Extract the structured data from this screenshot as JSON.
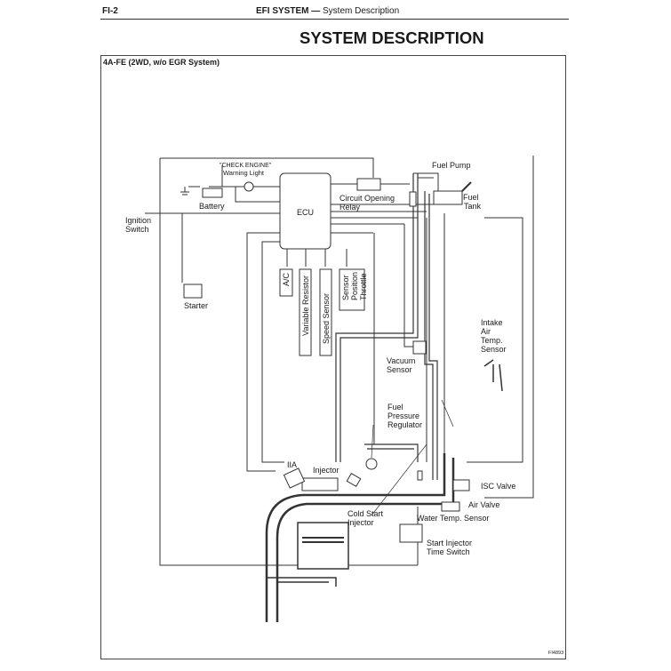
{
  "header": {
    "page_code": "FI-2",
    "section": "EFI SYSTEM",
    "dash": "—",
    "subsection": "System Description"
  },
  "title": "SYSTEM DESCRIPTION",
  "figure": {
    "caption": "4A-FE (2WD, w/o EGR System)",
    "figure_id": "FI4893",
    "labels": {
      "check_engine": "\"CHECK ENGINE\"",
      "warning_light": "Warning Light",
      "battery": "Battery",
      "ecu": "ECU",
      "ignition_switch_1": "Ignition",
      "ignition_switch_2": "Switch",
      "starter": "Starter",
      "circuit_opening_relay_1": "Circuit Opening",
      "circuit_opening_relay_2": "Relay",
      "fuel_pump": "Fuel Pump",
      "fuel_tank_1": "Fuel",
      "fuel_tank_2": "Tank",
      "ac": "A/C",
      "variable_resistor": "Variable Resistor",
      "speed_sensor": "Speed Sensor",
      "throttle_position_sensor_1": "Throttle",
      "throttle_position_sensor_2": "Position",
      "throttle_position_sensor_3": "Sensor",
      "intake_air_temp_1": "Intake",
      "intake_air_temp_2": "Air",
      "intake_air_temp_3": "Temp.",
      "intake_air_temp_4": "Sensor",
      "vacuum_sensor_1": "Vacuum",
      "vacuum_sensor_2": "Sensor",
      "fuel_pressure_regulator_1": "Fuel",
      "fuel_pressure_regulator_2": "Pressure",
      "fuel_pressure_regulator_3": "Regulator",
      "iia": "IIA",
      "injector": "Injector",
      "isc_valve": "ISC Valve",
      "air_valve": "Air Valve",
      "cold_start_injector_1": "Cold Start",
      "cold_start_injector_2": "Injector",
      "water_temp_sensor": "Water Temp. Sensor",
      "start_injector_time_switch_1": "Start Injector",
      "start_injector_time_switch_2": "Time Switch"
    }
  }
}
